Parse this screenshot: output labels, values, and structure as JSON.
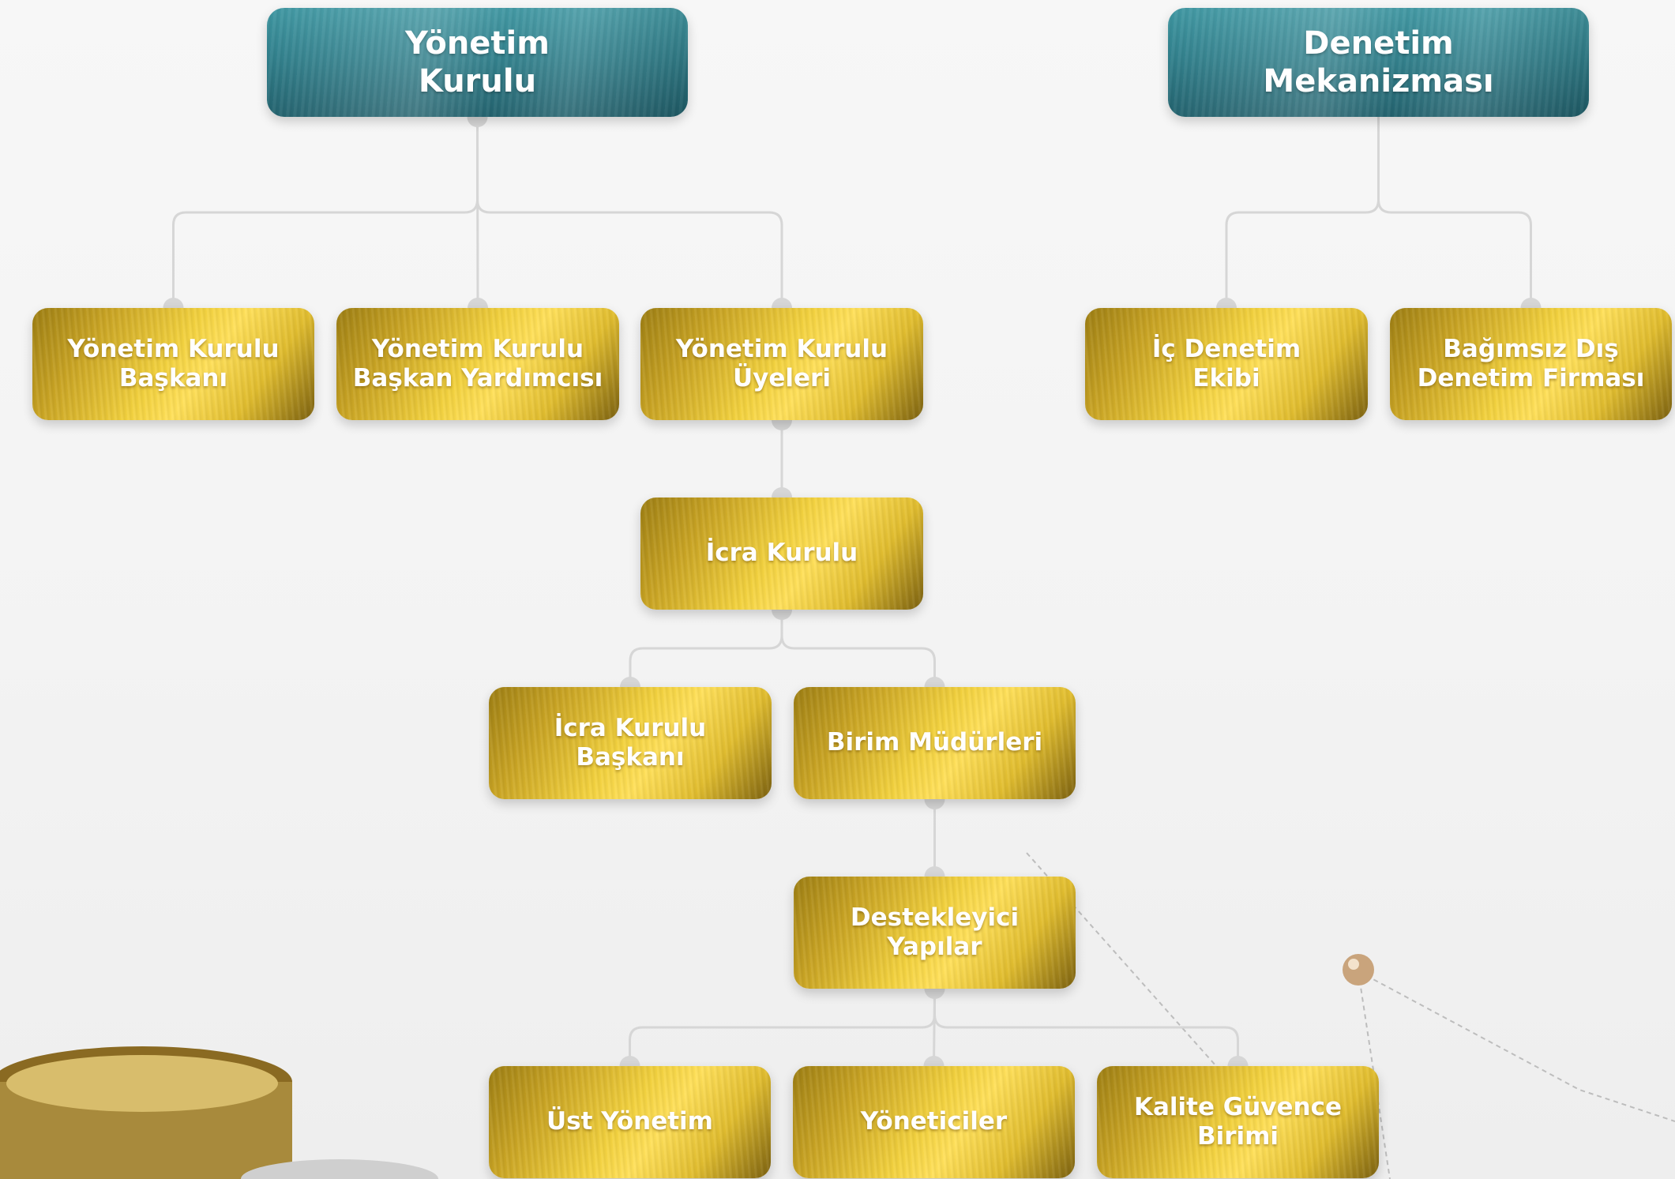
{
  "chart": {
    "top_nodes": [
      {
        "id": "yk",
        "label": "Yönetim\nKurulu"
      },
      {
        "id": "dm",
        "label": "Denetim\nMekanizması"
      }
    ],
    "nodes": [
      {
        "id": "ykb",
        "label": "Yönetim Kurulu\nBaşkanı"
      },
      {
        "id": "ykby",
        "label": "Yönetim Kurulu\nBaşkan Yardımcısı"
      },
      {
        "id": "yku",
        "label": "Yönetim Kurulu\nÜyeleri"
      },
      {
        "id": "ide",
        "label": "İç Denetim\nEkibi"
      },
      {
        "id": "bddf",
        "label": "Bağımsız Dış\nDenetim Firması"
      },
      {
        "id": "ik",
        "label": "İcra Kurulu"
      },
      {
        "id": "ikb",
        "label": "İcra Kurulu\nBaşkanı"
      },
      {
        "id": "bm",
        "label": "Birim Müdürleri"
      },
      {
        "id": "dy",
        "label": "Destekleyici\nYapılar"
      },
      {
        "id": "uy",
        "label": "Üst Yönetim"
      },
      {
        "id": "yon",
        "label": "Yöneticiler"
      },
      {
        "id": "kgb",
        "label": "Kalite Güvence\nBirimi"
      }
    ],
    "edges": [
      [
        "yk",
        "ykb"
      ],
      [
        "yk",
        "ykby"
      ],
      [
        "yk",
        "yku"
      ],
      [
        "dm",
        "ide"
      ],
      [
        "dm",
        "bddf"
      ],
      [
        "yku",
        "ik"
      ],
      [
        "ik",
        "ikb"
      ],
      [
        "ik",
        "bm"
      ],
      [
        "bm",
        "dy"
      ],
      [
        "dy",
        "uy"
      ],
      [
        "dy",
        "yon"
      ],
      [
        "dy",
        "kgb"
      ]
    ]
  },
  "colors": {
    "connector": "#d6d6d6",
    "teal": "#2f7f8b",
    "gold": "#f3d23f"
  }
}
